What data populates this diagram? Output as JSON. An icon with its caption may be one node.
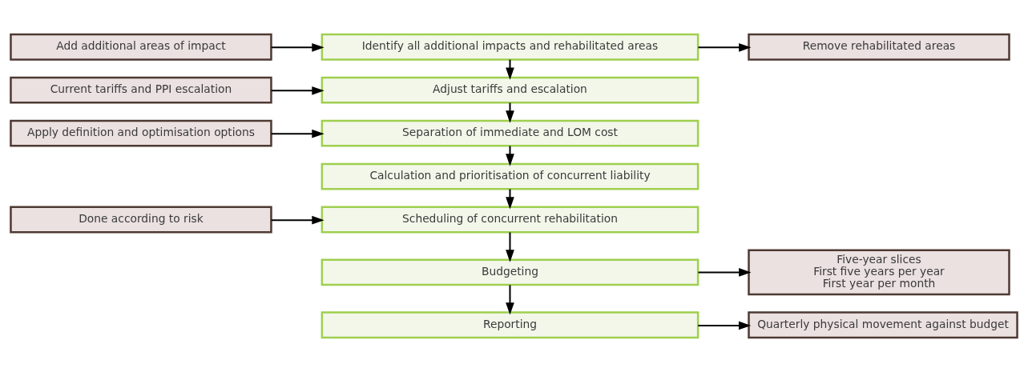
{
  "diagram": {
    "nodes": [
      {
        "text": [
          "Add additional areas of impact"
        ]
      },
      {
        "text": [
          "Identify all additional impacts and rehabilitated areas"
        ]
      },
      {
        "text": [
          "Remove rehabilitated areas"
        ]
      },
      {
        "text": [
          "Current tariffs and PPI escalation"
        ]
      },
      {
        "text": [
          "Adjust tariffs and escalation"
        ]
      },
      {
        "text": [
          "Apply definition and optimisation options"
        ]
      },
      {
        "text": [
          "Separation of immediate and LOM cost"
        ]
      },
      {
        "text": [
          "Calculation and prioritisation of concurrent liability"
        ]
      },
      {
        "text": [
          "Done according to risk"
        ]
      },
      {
        "text": [
          "Scheduling of concurrent rehabilitation"
        ]
      },
      {
        "text": [
          "Budgeting"
        ]
      },
      {
        "text": [
          "Five-year slices",
          "First five years per year",
          "First year per month"
        ]
      },
      {
        "text": [
          "Reporting"
        ]
      },
      {
        "text": [
          "Quarterly physical movement against budget"
        ]
      }
    ],
    "edges": [
      {
        "from": 0,
        "to": 1,
        "arrow": "to"
      },
      {
        "from": 1,
        "to": 2,
        "arrow": "to"
      },
      {
        "from": 1,
        "to": 4,
        "arrow": "to"
      },
      {
        "from": 3,
        "to": 4,
        "arrow": "to"
      },
      {
        "from": 4,
        "to": 6,
        "arrow": "to"
      },
      {
        "from": 5,
        "to": 6,
        "arrow": "to"
      },
      {
        "from": 6,
        "to": 7,
        "arrow": "to"
      },
      {
        "from": 7,
        "to": 9,
        "arrow": "to"
      },
      {
        "from": 8,
        "to": 9,
        "arrow": "to"
      },
      {
        "from": 9,
        "to": 10,
        "arrow": "to"
      },
      {
        "from": 10,
        "to": 11,
        "arrow": "to"
      },
      {
        "from": 10,
        "to": 12,
        "arrow": "to"
      },
      {
        "from": 12,
        "to": 13,
        "arrow": "to"
      }
    ]
  }
}
